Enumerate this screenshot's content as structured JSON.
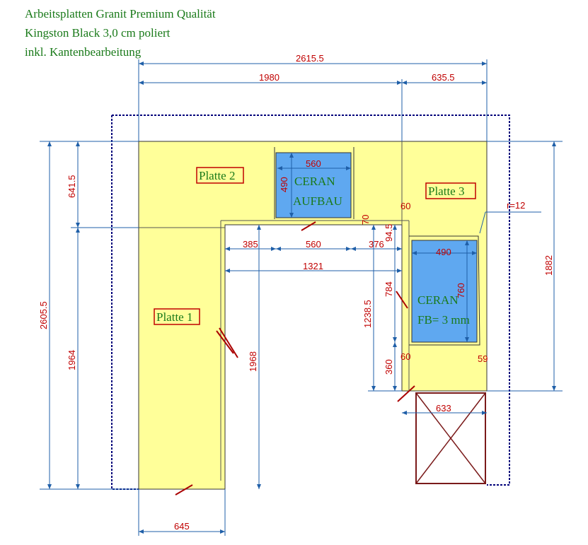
{
  "colors": {
    "accent_text": "#1a7a1a",
    "dimension_text": "#c00000",
    "dimension_line": "#1f5fa8",
    "countertop": "#ffff99",
    "hob": "#5fa8f0",
    "outline": "#00007a",
    "cut_marks": "#aa0000"
  },
  "header": {
    "line1": "Arbeitsplatten Granit Premium Qualität",
    "line2": "Kingston Black 3,0 cm poliert",
    "line3": "inkl. Kantenbearbeitung"
  },
  "plates": {
    "plate1": "Platte 1",
    "plate2": "Platte 2",
    "plate3": "Platte 3"
  },
  "hob1": {
    "line1": "CERAN",
    "line2": "AUFBAU"
  },
  "hob2": {
    "line1": "CERAN",
    "line2": "FB= 3 mm"
  },
  "dimensions": {
    "total_width": "2615.5",
    "top_left_width": "1980",
    "top_right_width": "635.5",
    "hob1_width": "560",
    "hob1_depth": "490",
    "left_upper_height": "641.5",
    "left_total_height": "2605.5",
    "left_lower_height": "1964",
    "gap_385": "385",
    "gap_560": "560",
    "gap_376": "376",
    "inner_width": "1321",
    "small_70": "70",
    "small_94": "94.5",
    "small_60_top": "60",
    "hob2_width": "490",
    "hob2_depth": "760",
    "mid_784": "784",
    "mid_1238": "1238.5",
    "bottom_360": "360",
    "small_60_bottom": "60",
    "small_59": "59",
    "right_height": "1882",
    "r12": "r=12",
    "platte1_inner": "1968",
    "bottom_633": "633",
    "bottom_645": "645"
  }
}
